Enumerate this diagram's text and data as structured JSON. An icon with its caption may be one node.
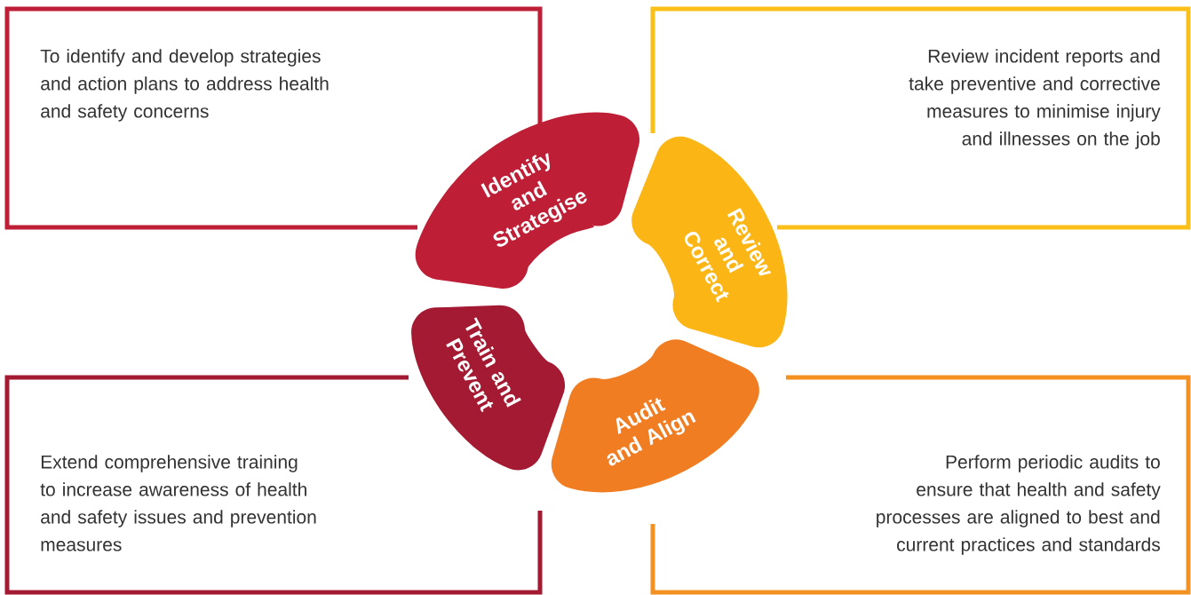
{
  "diagram": {
    "nodes": [
      {
        "text": [
          "To identify and develop strategies and action plans to address health and safety concerns"
        ]
      },
      {
        "text": [
          "Review incident reports and take preventive and corrective measures to minimise injury and illnesses on the job"
        ]
      },
      {
        "text": [
          "Extend comprehensive training to increase awareness of health and safety issues and prevention measures"
        ]
      },
      {
        "text": [
          "Perform periodic audits to ensure that health and safety processes are aligned to best and current practices and standards"
        ]
      },
      {
        "text": [
          "Identify and Strategise"
        ]
      },
      {
        "text": [
          "Review and Correct"
        ]
      },
      {
        "text": [
          "Train and Prevent"
        ]
      },
      {
        "text": [
          "Audit and Align"
        ]
      }
    ]
  }
}
